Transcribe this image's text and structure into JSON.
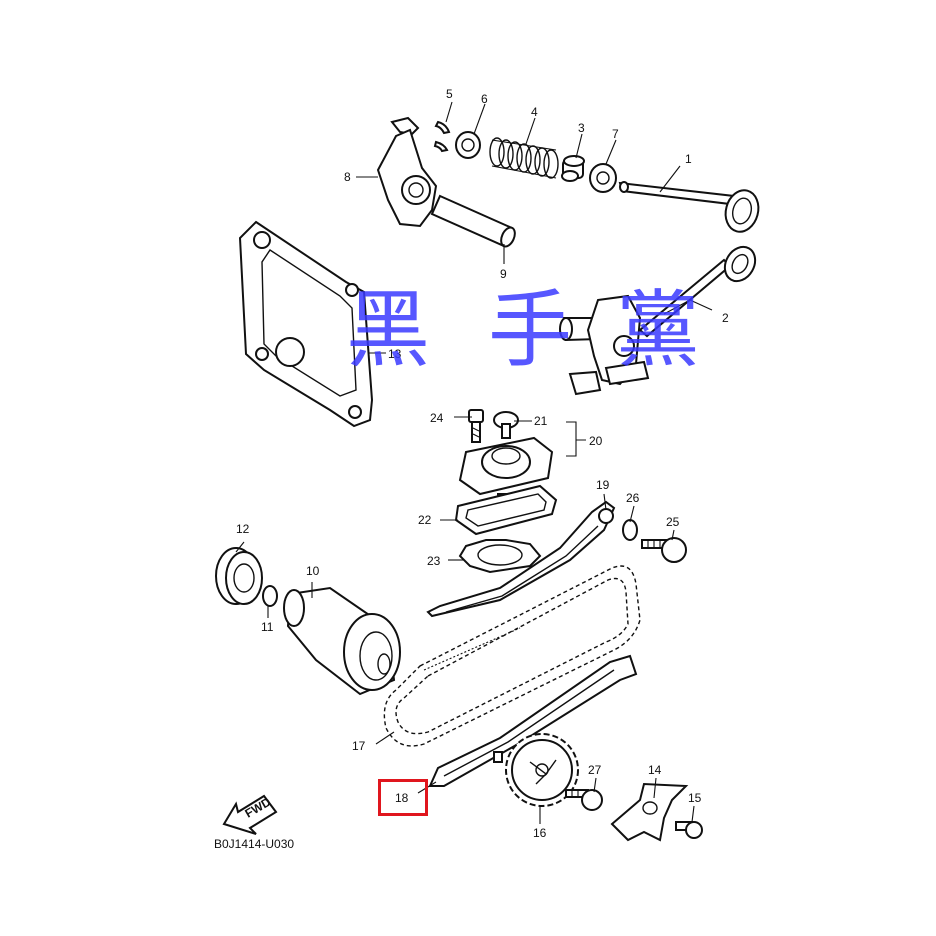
{
  "diagram": {
    "code": "B0J1414-U030",
    "fwd_label": "FWD",
    "watermark": [
      "黑",
      "手",
      "黨"
    ],
    "highlight_color": "#e0161e",
    "watermark_color": "#3a3aff",
    "highlighted_part": "18",
    "labels": {
      "p1": "1",
      "p2": "2",
      "p3": "3",
      "p4": "4",
      "p5": "5",
      "p6": "6",
      "p7": "7",
      "p8": "8",
      "p9": "9",
      "p10": "10",
      "p11": "11",
      "p12": "12",
      "p13": "13",
      "p14": "14",
      "p15": "15",
      "p16": "16",
      "p17": "17",
      "p18": "18",
      "p19": "19",
      "p20": "20",
      "p21": "21",
      "p22": "22",
      "p23": "23",
      "p24": "24",
      "p25": "25",
      "p26": "26",
      "p27": "27"
    }
  }
}
